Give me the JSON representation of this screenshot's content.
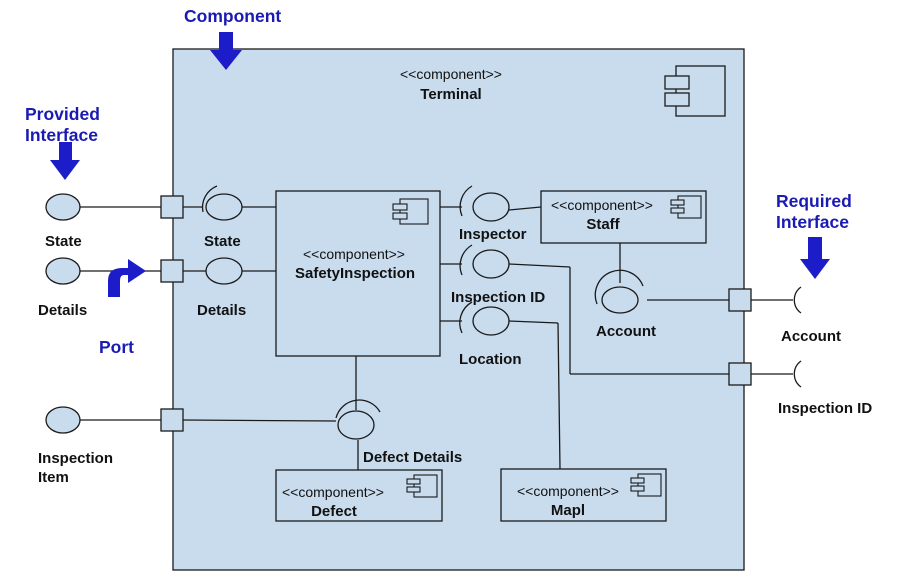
{
  "annotations": {
    "component": "Component",
    "provided_interface": "Provided\nInterface",
    "required_interface": "Required\nInterface",
    "port": "Port"
  },
  "stereotype": "<<component>>",
  "components": {
    "terminal": "Terminal",
    "safety_inspection": "SafetyInspection",
    "staff": "Staff",
    "defect": "Defect",
    "map": "Mapl"
  },
  "interfaces": {
    "state_outer": "State",
    "details_outer": "Details",
    "inspection_item": "Inspection\nItem",
    "state_inner": "State",
    "details_inner": "Details",
    "inspector": "Inspector",
    "inspection_id_inner": "Inspection ID",
    "location": "Location",
    "account_inner": "Account",
    "defect_details": "Defect Details",
    "account_outer": "Account",
    "inspection_id_outer": "Inspection ID"
  },
  "colors": {
    "component_fill": "#c9dcee",
    "line": "#1a1a1a",
    "annotation": "#1a1ab4",
    "arrow": "#1c1cc8"
  }
}
